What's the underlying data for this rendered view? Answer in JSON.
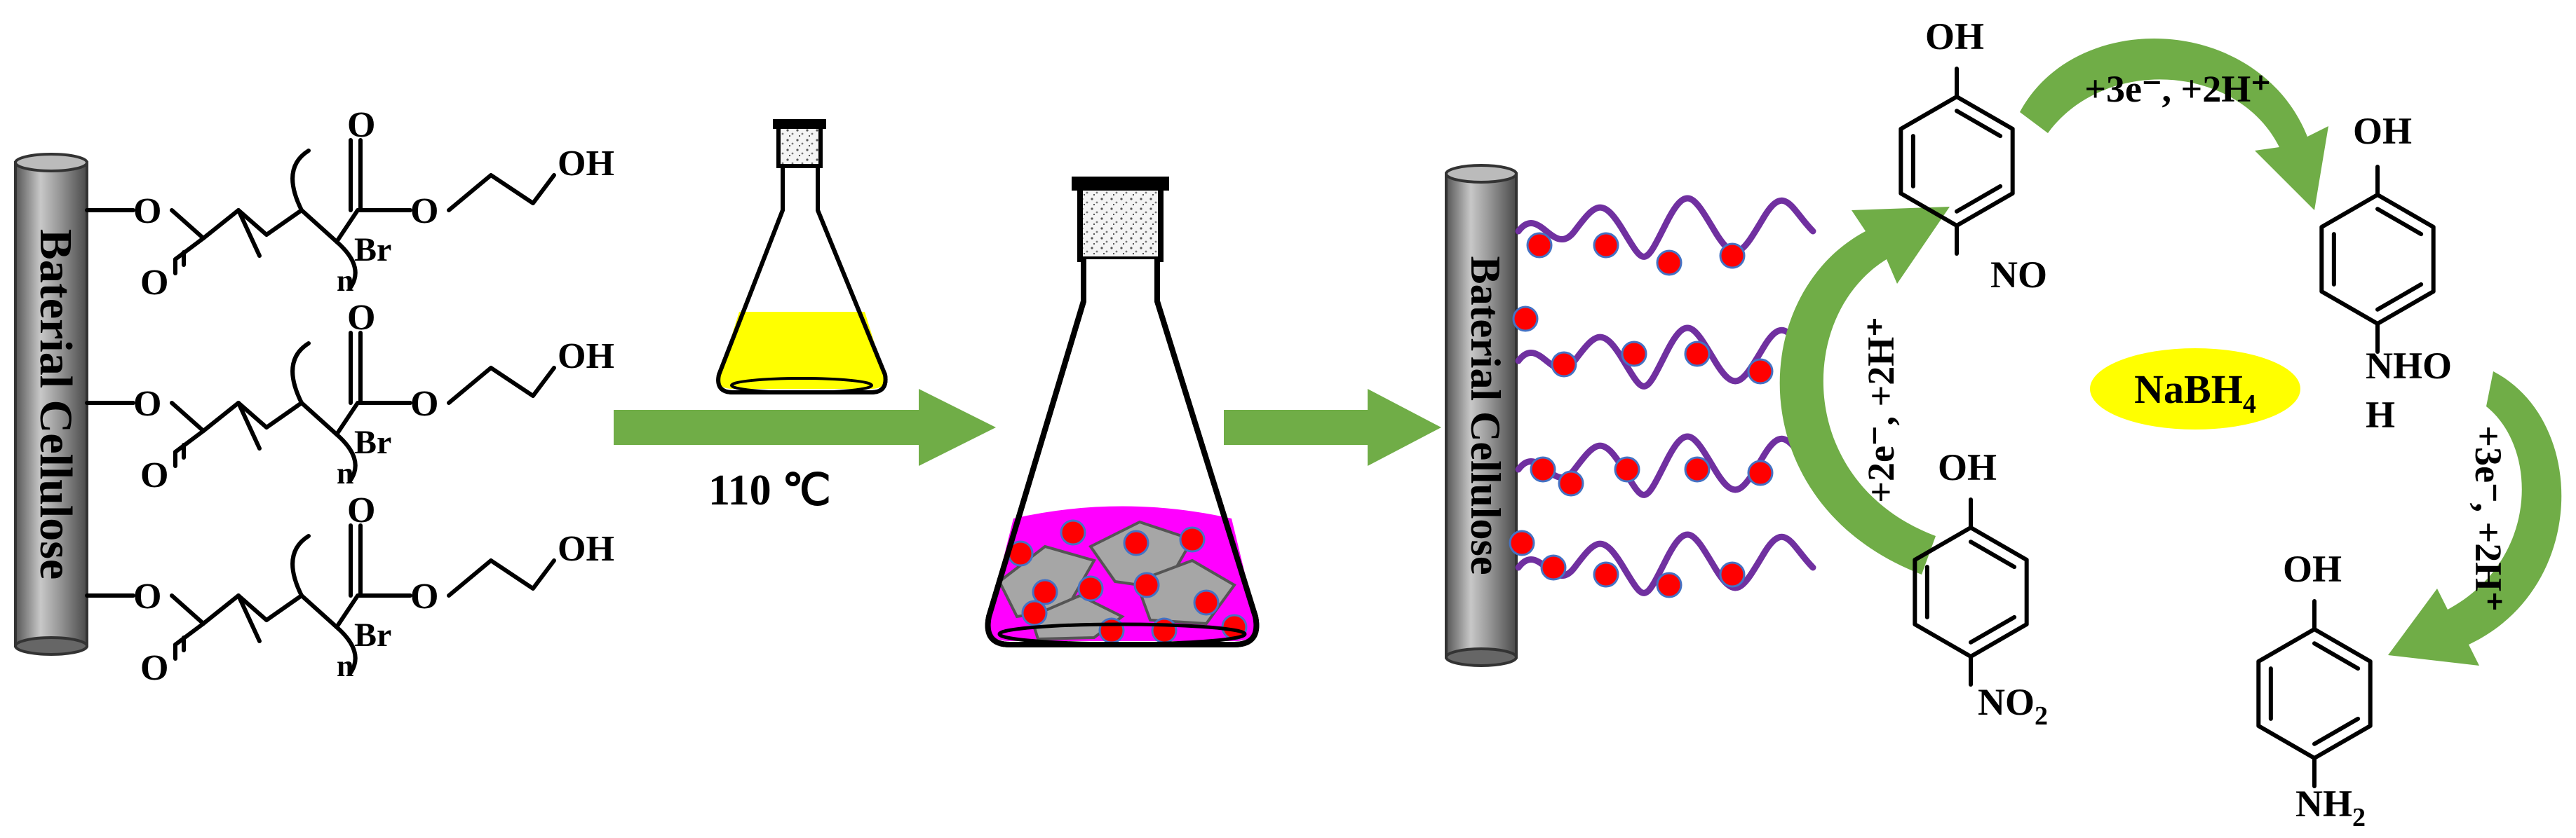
{
  "rod_label": "Baterial Cellulose",
  "polymer": {
    "oh_label": "OH",
    "o_label": "O",
    "br_label": "Br",
    "n_label": "n"
  },
  "temperature_label": "110 ℃",
  "reductant": {
    "text": "NaBH",
    "subscript": "4"
  },
  "electron_steps": {
    "nitro_to_nitroso": "+2e⁻, +2H⁺",
    "nitroso_to_hydroxylamine": "+3e⁻, +2H⁺",
    "hydroxylamine_to_amine": "+3e⁻, +2H⁺"
  },
  "molecules": {
    "nitroso": {
      "top": "OH",
      "bottom": "NO"
    },
    "hydroxylamine": {
      "top": "OH",
      "bottom": "NHOH",
      "bottom_line1": "NHO",
      "bottom_line2": "H"
    },
    "nitrophenol": {
      "top": "OH",
      "bottom": "NO",
      "bottom_sub": "2"
    },
    "aminophenol": {
      "top": "OH",
      "bottom": "NH",
      "bottom_sub": "2"
    }
  },
  "colors": {
    "arrow_green": "#70ad47",
    "yellow_solution": "#ffff00",
    "magenta_solution": "#ff00ff",
    "nanoparticle_red": "#ff0000",
    "nanoparticle_rim": "#4472c4",
    "polymer_chain": "#7030a0",
    "rod_gray": "#8c8c8c",
    "sheet_gray": "#a6a6a6"
  },
  "icons": [
    "cellulose-rod",
    "erlenmeyer-flask",
    "reaction-arrow",
    "curved-arrow",
    "nanoparticle"
  ]
}
